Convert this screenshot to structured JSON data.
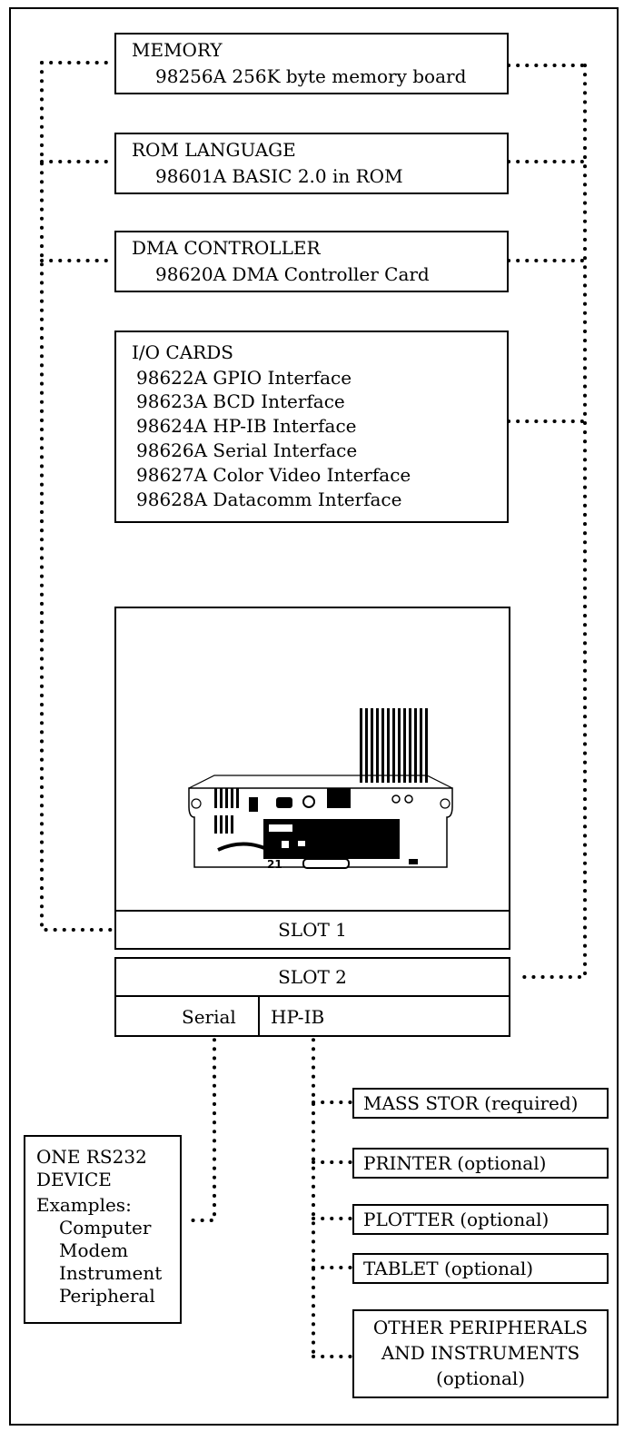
{
  "memory": {
    "title": "MEMORY",
    "lines": [
      "98256A  256K byte memory board"
    ]
  },
  "rom": {
    "title": "ROM LANGUAGE",
    "lines": [
      "98601A  BASIC 2.0 in ROM"
    ]
  },
  "dma": {
    "title": "DMA CONTROLLER",
    "lines": [
      "98620A  DMA Controller Card"
    ]
  },
  "io": {
    "title": "I/O CARDS",
    "lines": [
      "98622A  GPIO Interface",
      "98623A  BCD Interface",
      "98624A  HP-IB Interface",
      "98626A  Serial Interface",
      "98627A  Color Video Interface",
      "98628A  Datacomm Interface"
    ]
  },
  "computer": {
    "slot1": "SLOT 1",
    "slot2": "SLOT 2",
    "serial": "Serial",
    "hpib": "HP-IB",
    "photo_label": "21"
  },
  "rs232": {
    "title_line1": "ONE RS232",
    "title_line2": "DEVICE",
    "examples_label": "Examples:",
    "examples": [
      "Computer",
      "Modem",
      "Instrument",
      "Peripheral"
    ]
  },
  "peripherals": {
    "mass_storage": "MASS STOR (required)",
    "printer": "PRINTER (optional)",
    "plotter": "PLOTTER (optional)",
    "tablet": "TABLET (optional)",
    "other_line1": "OTHER PERIPHERALS",
    "other_line2": "AND INSTRUMENTS",
    "other_line3": "(optional)"
  }
}
